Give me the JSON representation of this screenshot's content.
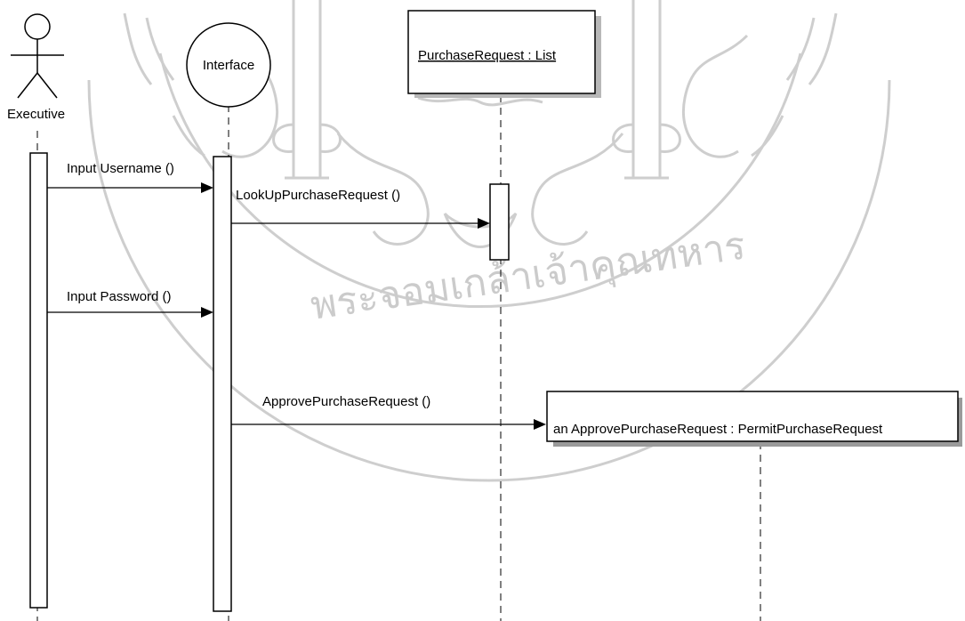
{
  "actors": {
    "executive": "Executive",
    "interface": "Interface",
    "purchase_request_list": "PurchaseRequest : List",
    "approve_object": "an ApprovePurchaseRequest : PermitPurchaseRequest"
  },
  "messages": [
    {
      "id": "input-username",
      "label": "Input Username ()"
    },
    {
      "id": "lookup-purchase-request",
      "label": "LookUpPurchaseRequest ()"
    },
    {
      "id": "input-password",
      "label": "Input Password ()"
    },
    {
      "id": "approve-purchase-request",
      "label": "ApprovePurchaseRequest ()"
    }
  ],
  "watermark": {
    "thai_text": "พระจอมเกล้าเจ้าคุณทหาร",
    "colors": {
      "line": "#c9c9c9"
    }
  }
}
